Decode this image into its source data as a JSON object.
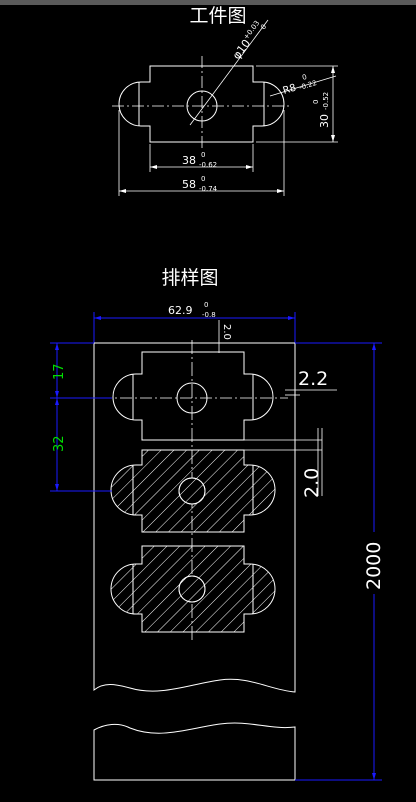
{
  "workpiece": {
    "title": "工件图",
    "dim_hole": "φ10",
    "dim_hole_tol_upper": "+0.03",
    "dim_hole_tol_lower": "0",
    "dim_radius": "R8",
    "dim_radius_tol_upper": "0",
    "dim_radius_tol_lower": "-0.22",
    "dim_height": "30",
    "dim_height_tol_upper": "0",
    "dim_height_tol_lower": "-0.52",
    "dim_inner_width": "38",
    "dim_inner_width_tol_upper": "0",
    "dim_inner_width_tol_lower": "-0.62",
    "dim_outer_width": "58",
    "dim_outer_width_tol_upper": "0",
    "dim_outer_width_tol_lower": "-0.74"
  },
  "layout": {
    "title": "排样图",
    "dim_strip_width": "62.9",
    "dim_strip_width_tol_upper": "0",
    "dim_strip_width_tol_lower": "-0.8",
    "dim_top_margin": "2.0",
    "dim_side_margin": "2.2",
    "dim_gap": "2.0",
    "dim_first_offset": "17",
    "dim_pitch": "32",
    "dim_strip_length": "2000"
  },
  "colors": {
    "background": "#000000",
    "lines": "#ffffff",
    "dimension_blue": "#1a1aff",
    "dimension_green": "#00e000"
  }
}
